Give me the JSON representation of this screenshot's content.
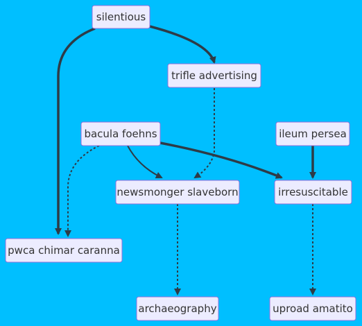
{
  "nodes": {
    "silentious": "silentious",
    "trifle_advertising": "trifle advertising",
    "bacula_foehns": "bacula foehns",
    "ileum_persea": "ileum persea",
    "newsmonger_slaveborn": "newsmonger slaveborn",
    "irresuscitable": "irresuscitable",
    "pwca_chimar_caranna": "pwca chimar caranna",
    "archaeography": "archaeography",
    "uproad_amatito": "uproad amatito"
  },
  "edges": [
    {
      "from": "silentious",
      "to": "pwca chimar caranna",
      "style": "thick"
    },
    {
      "from": "silentious",
      "to": "trifle advertising",
      "style": "thick"
    },
    {
      "from": "trifle advertising",
      "to": "newsmonger slaveborn",
      "style": "dotted"
    },
    {
      "from": "bacula foehns",
      "to": "newsmonger slaveborn",
      "style": "normal"
    },
    {
      "from": "bacula foehns",
      "to": "irresuscitable",
      "style": "thick"
    },
    {
      "from": "bacula foehns",
      "to": "pwca chimar caranna",
      "style": "dotted"
    },
    {
      "from": "ileum persea",
      "to": "irresuscitable",
      "style": "thick"
    },
    {
      "from": "newsmonger slaveborn",
      "to": "archaeography",
      "style": "dotted"
    },
    {
      "from": "irresuscitable",
      "to": "uproad amatito",
      "style": "dotted"
    }
  ],
  "colors": {
    "background": "#00bfff",
    "node_fill": "#ececff",
    "node_border": "#9370db",
    "edge": "#2e3b47",
    "text": "#333333"
  }
}
